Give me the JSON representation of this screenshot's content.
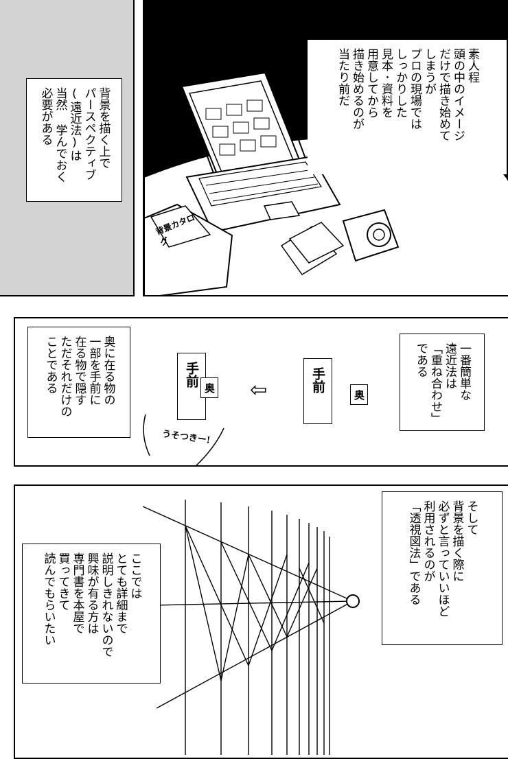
{
  "panel1": {
    "left_caption": [
      "背景を描く上で",
      "パースペクティブ",
      "(遠近法)は",
      "当然 学んでおく",
      "必要がある"
    ],
    "right_caption": [
      "素人程",
      "頭の中のイメージ",
      "だけで描き始めて",
      "しまうが",
      "プロの現場では",
      "しっかりした",
      "見本･資料を",
      "用意してから",
      "描き始めるのが",
      "当たり前だ"
    ],
    "book_label": "背景カタログ"
  },
  "panel2": {
    "left_caption": [
      "奥に在る物の",
      "一部を手前に",
      "在る物で隠す",
      "ただそれだけの",
      "ことである"
    ],
    "right_caption": [
      "一番簡単な",
      "遠近法は",
      "「重ね合わせ」",
      "である"
    ],
    "card_front": "手前",
    "card_back": "奥",
    "arrow": "⇦",
    "handwritten": "うそつきー!"
  },
  "panel3": {
    "left_caption": [
      "ここでは",
      "とても詳細まで",
      "説明しきれないので",
      "興味が有る方は",
      "専門書を本屋で",
      "買ってきて",
      "読んでもらいたい"
    ],
    "right_caption": [
      "そして",
      "背景を描く際に",
      "必ずと言っていいほど",
      "利用されるのが",
      "「透視図法」である"
    ]
  }
}
